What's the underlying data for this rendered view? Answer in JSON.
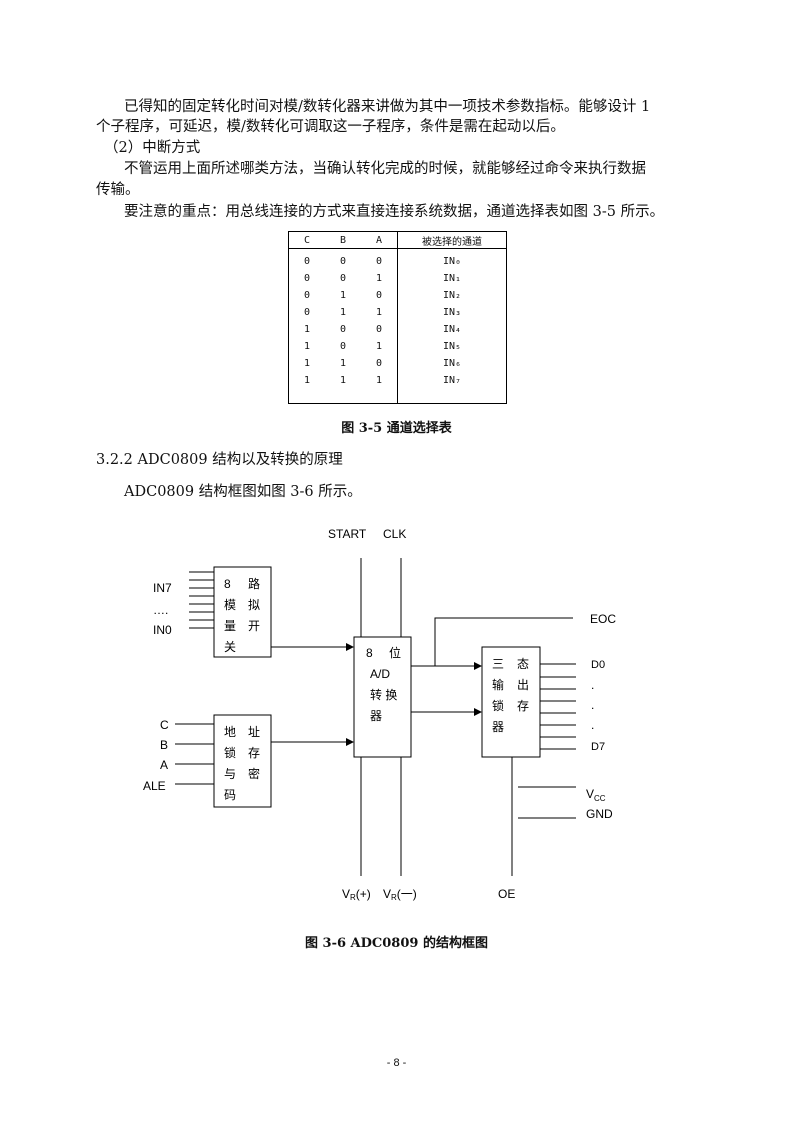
{
  "paragraphs": {
    "p1_line1": "已得知的固定转化时间对模/数转化器来讲做为其中一项技术参数指标。能够设计 1",
    "p1_line2": "个子程序，可延迟，模/数转化可调取这一子程序，条件是需在起动以后。",
    "p2": "（2）中断方式",
    "p3_line1": "不管运用上面所述哪类方法，当确认转化完成的时候，就能够经过命令来执行数据",
    "p3_line2": "传输。",
    "p4": "要注意的重点：用总线连接的方式来直接连接系统数据，通道选择表如图 3-5 所示。"
  },
  "channel_table": {
    "headers": [
      "C",
      "B",
      "A",
      "被选择的通道"
    ],
    "rows": [
      [
        "0",
        "0",
        "0",
        "IN₀"
      ],
      [
        "0",
        "0",
        "1",
        "IN₁"
      ],
      [
        "0",
        "1",
        "0",
        "IN₂"
      ],
      [
        "0",
        "1",
        "1",
        "IN₃"
      ],
      [
        "1",
        "0",
        "0",
        "IN₄"
      ],
      [
        "1",
        "0",
        "1",
        "IN₅"
      ],
      [
        "1",
        "1",
        "0",
        "IN₆"
      ],
      [
        "1",
        "1",
        "1",
        "IN₇"
      ]
    ],
    "caption": "图 3-5  通道选择表"
  },
  "section": {
    "heading": "3.2.2 ADC0809 结构以及转换的原理",
    "intro": "ADC0809 结构框图如图 3-6 所示。"
  },
  "diagram": {
    "start": "START",
    "clk": "CLK",
    "in7": "IN7",
    "dots": "….",
    "in0": "IN0",
    "mux": [
      "8",
      "路",
      "模",
      "拟",
      "量",
      "开",
      "关"
    ],
    "addr_inputs": [
      "C",
      "B",
      "A",
      "ALE"
    ],
    "latch": [
      "地",
      "址",
      "锁",
      "存",
      "与",
      "密",
      "码"
    ],
    "adc": [
      "8",
      "位",
      "A/D",
      "转 换",
      "器"
    ],
    "eoc": "EOC",
    "buffer": [
      "三",
      "态",
      "输",
      "出",
      "锁",
      "存",
      "器"
    ],
    "d0": "D0",
    "mid_dots": [
      ".",
      ".",
      ".",
      "."
    ],
    "d7": "D7",
    "vcc_main": "V",
    "vcc_sub": "CC",
    "gnd": "GND",
    "vref_plus": "(+)",
    "vref_minus": "(一)",
    "vref_v": "V",
    "vref_sub": "R",
    "oe": "OE",
    "caption": "图 3-6    ADC0809 的结构框图"
  },
  "page_number": "- 8 -"
}
